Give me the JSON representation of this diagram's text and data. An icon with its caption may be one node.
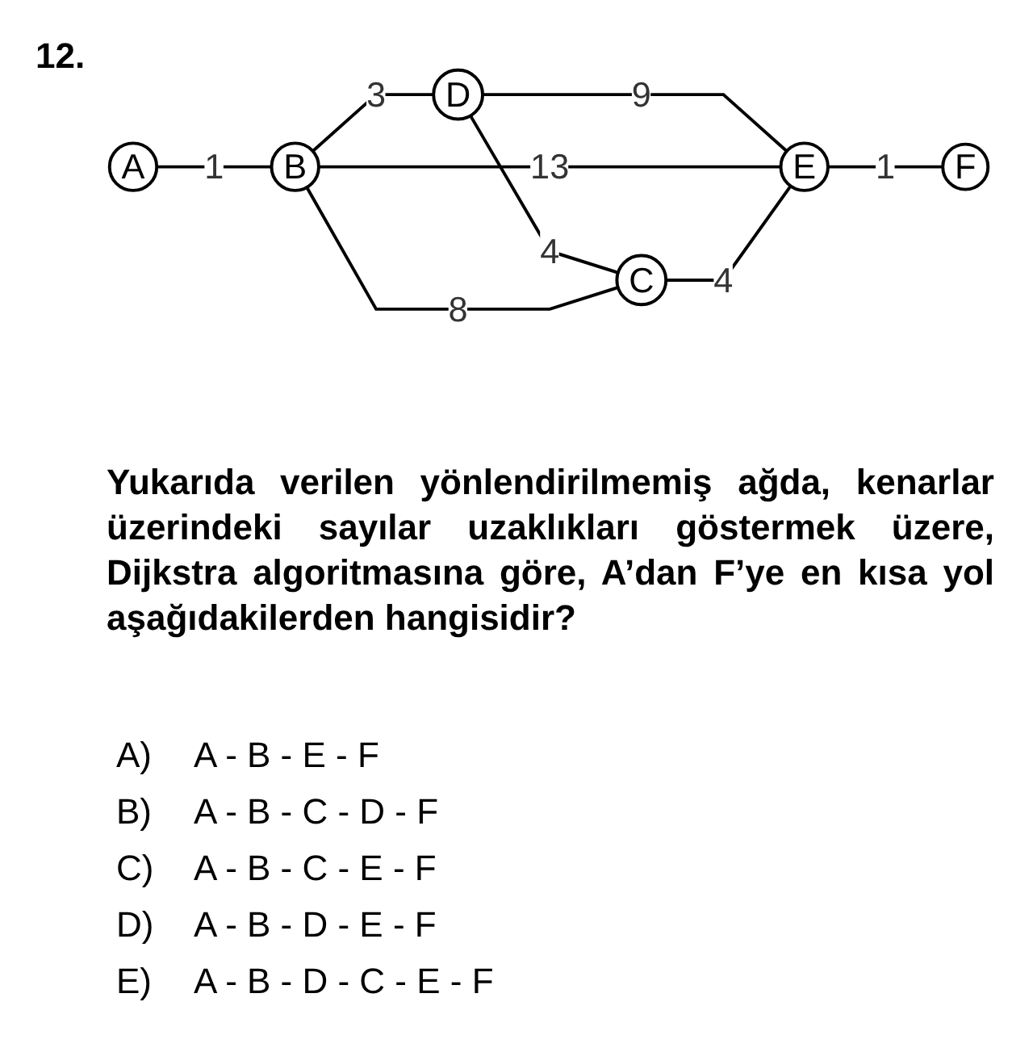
{
  "diagram": {
    "nodes": [
      {
        "text": [
          "A"
        ]
      },
      {
        "text": [
          "B"
        ]
      },
      {
        "text": [
          "D"
        ]
      },
      {
        "text": [
          "C"
        ]
      },
      {
        "text": [
          "E"
        ]
      },
      {
        "text": [
          "F"
        ]
      }
    ],
    "edges": [
      {
        "from": 0,
        "to": 1,
        "arrow": "none",
        "label": "1"
      },
      {
        "from": 1,
        "to": 2,
        "arrow": "none",
        "label": "3"
      },
      {
        "from": 2,
        "to": 4,
        "arrow": "none",
        "label": "9"
      },
      {
        "from": 2,
        "to": 3,
        "arrow": "none",
        "label": "4"
      },
      {
        "from": 1,
        "to": 4,
        "arrow": "none",
        "label": "13"
      },
      {
        "from": 1,
        "to": 3,
        "arrow": "none",
        "label": "8"
      },
      {
        "from": 3,
        "to": 4,
        "arrow": "none",
        "label": "4"
      },
      {
        "from": 4,
        "to": 5,
        "arrow": "none",
        "label": "1"
      }
    ],
    "labels": [
      "12.",
      "Yukarıda verilen yönlendirilmemiş ağda, kenarlar üzerindeki sayılar uzaklıkları göstermek üzere, Dijkstra algoritmasına göre, A’dan F’ye en kısa yol aşağıdakilerden hangisidir?",
      "A)",
      "A - B - E - F",
      "B)",
      "A - B - C - D - F",
      "C)",
      "A - B - C - E - F",
      "D)",
      "A - B - D - E - F",
      "E)",
      "A - B - D - C - E - F"
    ]
  }
}
